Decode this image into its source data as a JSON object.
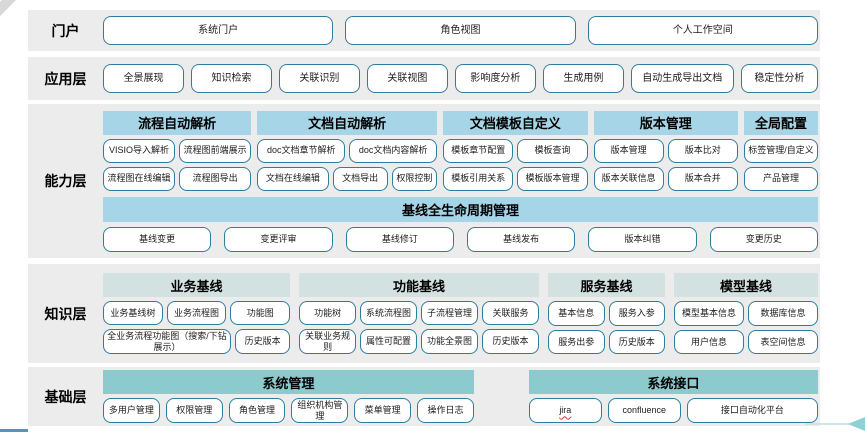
{
  "colors": {
    "band_bg": "#ececec",
    "capability_header": "#a5d5e6",
    "knowledge_header": "#d3e1e0",
    "foundation_header": "#8bcbce",
    "button_border": "#2e7d9c",
    "pointer_teal": "#8ed0d4"
  },
  "layers": {
    "portal": {
      "label": "门户",
      "items": [
        "系统门户",
        "角色视图",
        "个人工作空间"
      ]
    },
    "application": {
      "label": "应用层",
      "items": [
        "全景展现",
        "知识检索",
        "关联识别",
        "关联视图",
        "影响度分析",
        "生成用例",
        "自动生成导出文档",
        "稳定性分析"
      ]
    },
    "capability": {
      "label": "能力层",
      "groups": [
        {
          "title": "流程自动解析",
          "rows": [
            [
              "VISIO导入解析",
              "流程图前端展示"
            ],
            [
              "流程图在线编辑",
              "流程图导出"
            ]
          ]
        },
        {
          "title": "文档自动解析",
          "rows": [
            [
              "doc文档章节解析",
              "doc文档内容解析"
            ],
            [
              "文档在线编辑",
              "文档导出",
              "权限控制"
            ]
          ]
        },
        {
          "title": "文档模板自定义",
          "rows": [
            [
              "模板章节配置",
              "模板查询"
            ],
            [
              "模板引用关系",
              "模板版本管理"
            ]
          ]
        },
        {
          "title": "版本管理",
          "rows": [
            [
              "版本管理",
              "版本比对"
            ],
            [
              "版本关联信息",
              "版本合并"
            ]
          ]
        },
        {
          "title": "全局配置",
          "rows": [
            [
              "标签管理/自定义"
            ],
            [
              "产品管理"
            ]
          ]
        }
      ],
      "baseline": {
        "title": "基线全生命周期管理",
        "items": [
          "基线变更",
          "变更评审",
          "基线修订",
          "基线发布",
          "版本纠错",
          "变更历史"
        ]
      }
    },
    "knowledge": {
      "label": "知识层",
      "groups": [
        {
          "title": "业务基线",
          "rows": [
            [
              "业务基线树",
              "业务流程图",
              "功能图"
            ],
            [
              "全业务流程功能图（搜索/下钻展示）",
              "历史版本"
            ]
          ]
        },
        {
          "title": "功能基线",
          "rows": [
            [
              "功能树",
              "系统流程图",
              "子流程管理",
              "关联服务"
            ],
            [
              "关联业务规则",
              "属性可配置",
              "功能全景图",
              "历史版本"
            ]
          ]
        },
        {
          "title": "服务基线",
          "rows": [
            [
              "基本信息",
              "服务入参"
            ],
            [
              "服务出参",
              "历史版本"
            ]
          ]
        },
        {
          "title": "模型基线",
          "rows": [
            [
              "模型基本信息",
              "数据库信息"
            ],
            [
              "用户信息",
              "表空间信息"
            ]
          ]
        }
      ]
    },
    "foundation": {
      "label": "基础层",
      "groups": [
        {
          "title": "系统管理",
          "rows": [
            [
              "多用户管理",
              "权限管理",
              "角色管理",
              "组织机构管理",
              "菜单管理",
              "操作日志"
            ]
          ]
        },
        {
          "title": "系统接口",
          "rows": [
            [
              "jira",
              "confluence",
              "接口自动化平台"
            ]
          ]
        }
      ]
    }
  }
}
